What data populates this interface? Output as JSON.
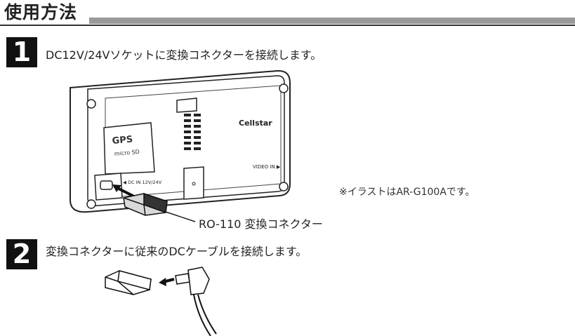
{
  "section": {
    "title": "使用方法"
  },
  "steps": [
    {
      "number": "1",
      "text": "DC12V/24Vソケットに変換コネクターを接続します。"
    },
    {
      "number": "2",
      "text": "変換コネクターに従来のDCケーブルを接続します。"
    }
  ],
  "illustration": {
    "device_brand": "Cellstar",
    "gps_label": "GPS",
    "sd_label": "micro SD",
    "dc_in_label": "◀ DC IN 12V/24V",
    "video_in_label": "VIDEO IN ▶",
    "note": "※イラストはAR-G100Aです。",
    "callout": "RO-110 変換コネクター"
  }
}
